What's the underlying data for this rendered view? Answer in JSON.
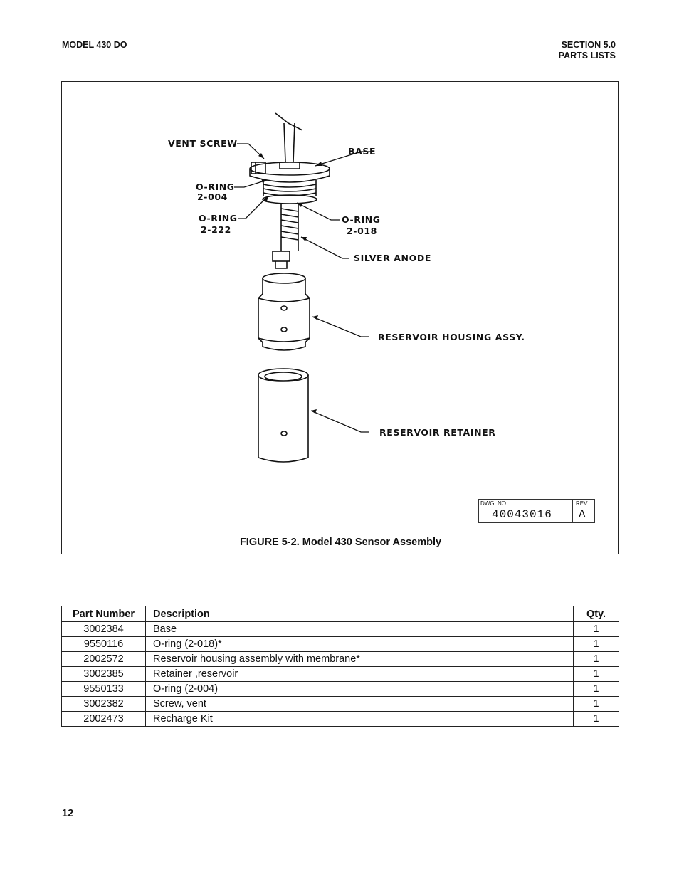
{
  "header": {
    "left": "MODEL 430 DO",
    "right_line1": "SECTION 5.0",
    "right_line2": "PARTS LISTS"
  },
  "figure": {
    "labels": {
      "vent_screw": "VENT SCREW",
      "base": "BASE",
      "oring_004_a": "O-RING",
      "oring_004_b": "2-004",
      "oring_222_a": "O-RING",
      "oring_222_b": "2-222",
      "oring_018_a": "O-RING",
      "oring_018_b": "2-018",
      "silver_anode": "SILVER ANODE",
      "reservoir_housing": "RESERVOIR HOUSING ASSY.",
      "reservoir_retainer": "RESERVOIR RETAINER"
    },
    "dwg_no_label": "DWG. NO.",
    "dwg_no": "40043016",
    "rev_label": "REV.",
    "rev": "A",
    "caption": "FIGURE 5-2. Model 430 Sensor Assembly"
  },
  "table": {
    "headers": [
      "Part Number",
      "Description",
      "Qty."
    ],
    "rows": [
      {
        "part": "3002384",
        "desc": "Base",
        "qty": "1"
      },
      {
        "part": "9550116",
        "desc": "O-ring (2-018)*",
        "qty": "1"
      },
      {
        "part": "2002572",
        "desc": "Reservoir housing assembly with membrane*",
        "qty": "1"
      },
      {
        "part": "3002385",
        "desc": "Retainer ,reservoir",
        "qty": "1"
      },
      {
        "part": "9550133",
        "desc": "O-ring (2-004)",
        "qty": "1"
      },
      {
        "part": "3002382",
        "desc": "Screw, vent",
        "qty": "1"
      },
      {
        "part": "2002473",
        "desc": "Recharge Kit",
        "qty": "1"
      }
    ]
  },
  "page_number": "12"
}
